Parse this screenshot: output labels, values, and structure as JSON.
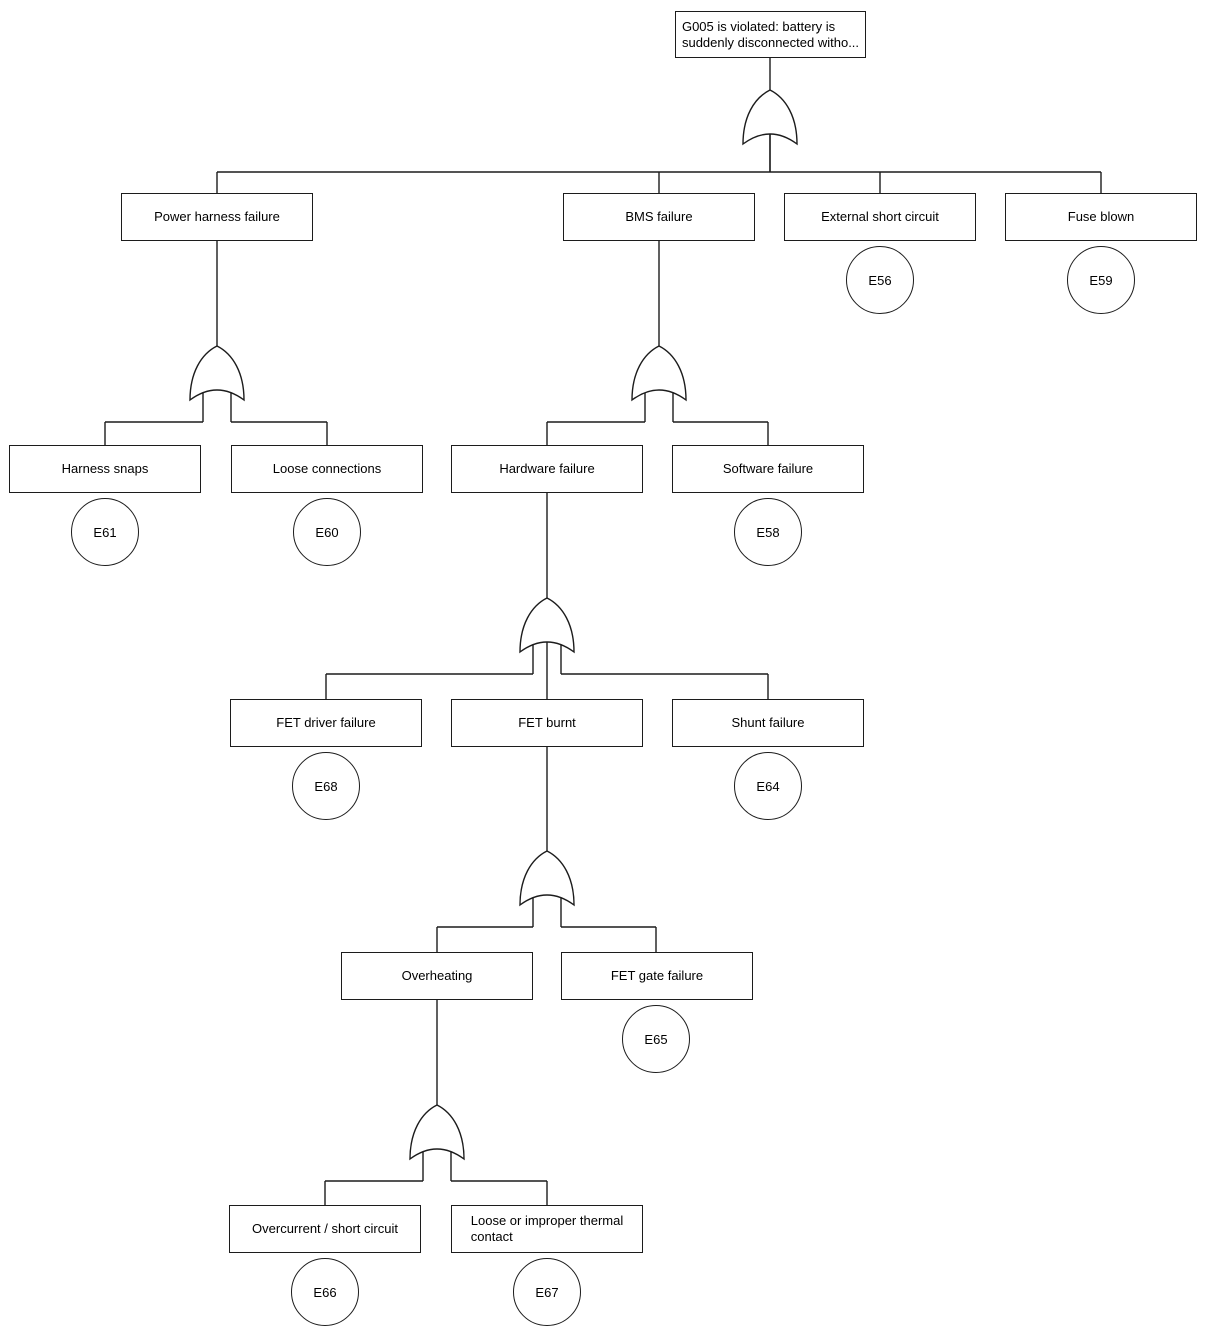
{
  "diagram": {
    "type": "fault-tree",
    "gate_type": "OR",
    "colors": {
      "background": "#ffffff",
      "line": "#1c1c1c",
      "text": "#000000"
    },
    "nodes": {
      "top": {
        "label": "G005 is violated: battery is\nsuddenly disconnected witho..."
      },
      "power_harness": {
        "label": "Power harness failure"
      },
      "bms_failure": {
        "label": "BMS failure"
      },
      "external_short": {
        "label": "External short circuit",
        "event": "E56"
      },
      "fuse_blown": {
        "label": "Fuse blown",
        "event": "E59"
      },
      "harness_snaps": {
        "label": "Harness snaps",
        "event": "E61"
      },
      "loose_connections": {
        "label": "Loose connections",
        "event": "E60"
      },
      "hardware_failure": {
        "label": "Hardware failure"
      },
      "software_failure": {
        "label": "Software failure",
        "event": "E58"
      },
      "fet_driver_failure": {
        "label": "FET driver failure",
        "event": "E68"
      },
      "fet_burnt": {
        "label": "FET burnt"
      },
      "shunt_failure": {
        "label": "Shunt failure",
        "event": "E64"
      },
      "overheating": {
        "label": "Overheating"
      },
      "fet_gate_failure": {
        "label": "FET gate failure",
        "event": "E65"
      },
      "overcurrent": {
        "label": "Overcurrent / short circuit",
        "event": "E66"
      },
      "loose_thermal": {
        "label": "Loose or improper thermal\ncontact",
        "event": "E67"
      }
    },
    "tree": {
      "top": {
        "gate": "OR",
        "children": [
          "power_harness",
          "bms_failure",
          "external_short",
          "fuse_blown"
        ]
      },
      "power_harness": {
        "gate": "OR",
        "children": [
          "harness_snaps",
          "loose_connections"
        ]
      },
      "bms_failure": {
        "gate": "OR",
        "children": [
          "hardware_failure",
          "software_failure"
        ]
      },
      "hardware_failure": {
        "gate": "OR",
        "children": [
          "fet_driver_failure",
          "fet_burnt",
          "shunt_failure"
        ]
      },
      "fet_burnt": {
        "gate": "OR",
        "children": [
          "overheating",
          "fet_gate_failure"
        ]
      },
      "overheating": {
        "gate": "OR",
        "children": [
          "overcurrent",
          "loose_thermal"
        ]
      }
    }
  }
}
